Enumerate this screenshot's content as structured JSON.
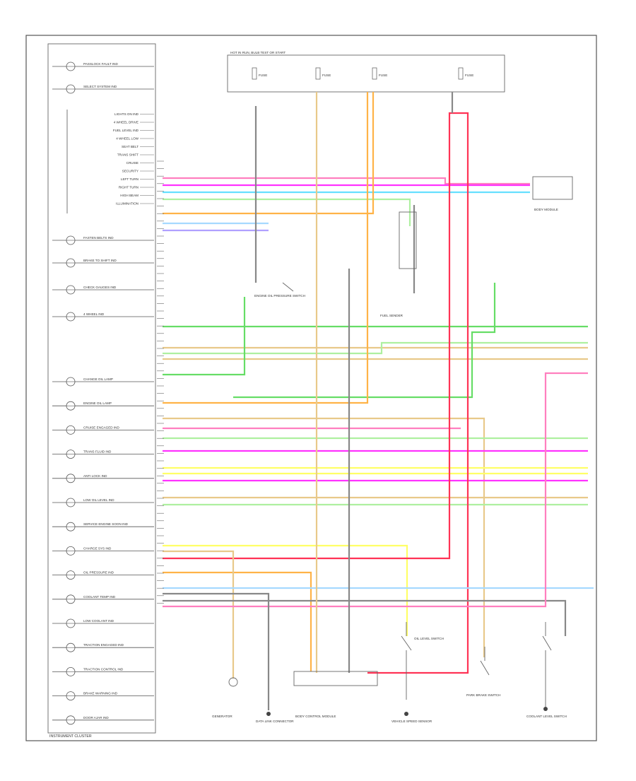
{
  "panel": {
    "title": "INSTRUMENT CLUSTER",
    "indicators_top": [
      "PASSLOCK FAULT IND",
      "SELECT SYSTEM IND"
    ],
    "signal_list": [
      "LIGHTS ON IND",
      "4 WHEEL DRIVE",
      "FUEL LEVEL IND",
      "4 WHEEL LOW",
      "SEAT BELT",
      "TRANS SHIFT",
      "CRUISE",
      "SECURITY",
      "LEFT TURN",
      "RIGHT TURN",
      "HIGH BEAM",
      "ILLUMINATION"
    ],
    "indicators_mid": [
      "FASTEN BELTS IND",
      "BRAKE TO SHIFT IND",
      "CHECK GAUGES IND",
      "4 WHEEL IND"
    ],
    "indicators_bottom": [
      "CHANGE OIL LAMP",
      "ENGINE OIL LAMP",
      "CRUISE ENGAGED IND",
      "TRANS FLUID IND",
      "ANTI LOCK IND",
      "LOW OIL LEVEL IND",
      "SERVICE ENGINE SOON IND",
      "CHARGE SYS IND",
      "OIL PRESSURE IND",
      "COOLANT TEMP IND",
      "LOW COOLANT IND",
      "TRACTION ENGAGED IND",
      "TRACTION CONTROL IND",
      "BRAKE WARNING IND",
      "DOOR AJAR IND"
    ]
  },
  "top_fuse_box": {
    "header": "HOT IN RUN, BULB TEST OR START",
    "fuses": [
      "FUSE",
      "FUSE",
      "FUSE",
      "FUSE"
    ]
  },
  "components": {
    "generator": "GENERATOR",
    "data_link": "DATA LINK CONNECTOR",
    "body_control": "BODY CONTROL MODULE",
    "vehicle_speed": "VEHICLE SPEED SENSOR",
    "oil_level": "OIL LEVEL SWITCH",
    "brake_switch": "PARK BRAKE SWITCH",
    "coolant": "COOLANT LEVEL SWITCH",
    "fuel_sender": "FUEL SENDER",
    "engine_oil": "ENGINE OIL PRESSURE SWITCH",
    "module_right": "BODY MODULE"
  },
  "colors": {
    "pink": "#ff7fbf",
    "magenta": "#ff33ff",
    "cyan": "#66e0ff",
    "light_blue": "#a6d9ff",
    "yellow": "#ffff66",
    "orange": "#ffb347",
    "tan": "#e8c98a",
    "green": "#66dd66",
    "light_green": "#aef0a0",
    "red": "#ff3355",
    "gray": "#888888",
    "violet": "#b0a0ff",
    "line": "#555555"
  }
}
